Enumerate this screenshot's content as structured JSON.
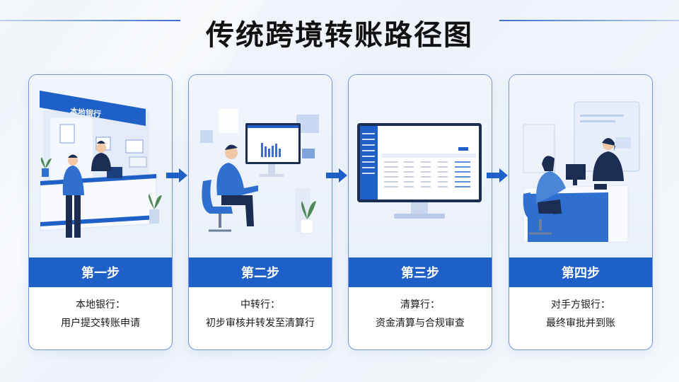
{
  "title": "传统跨境转账路径图",
  "steps": [
    {
      "label": "第一步",
      "entity": "本地银行：",
      "action": "用户提交转账申请",
      "illustration": "bank-counter-illustration",
      "sign_text": "本地银行"
    },
    {
      "label": "第二步",
      "entity": "中转行：",
      "action": "初步审核并转发至清算行",
      "illustration": "intermediary-desk-illustration"
    },
    {
      "label": "第三步",
      "entity": "清算行：",
      "action": "资金清算与合规审查",
      "illustration": "clearing-system-monitor-illustration"
    },
    {
      "label": "第四步",
      "entity": "对手方银行：",
      "action": "最终审批并到账",
      "illustration": "counterparty-bank-meeting-illustration"
    }
  ],
  "colors": {
    "accent": "#1f5fc8",
    "card_border": "#6f98dc",
    "title_text": "#111111"
  }
}
